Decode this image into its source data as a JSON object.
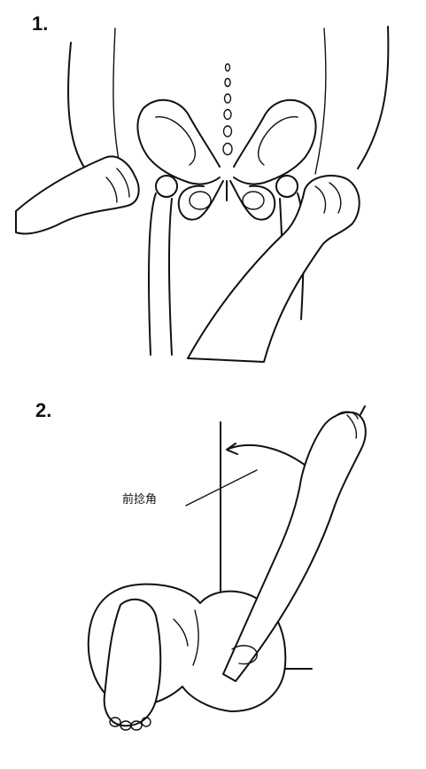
{
  "figures": [
    {
      "number": "1."
    },
    {
      "number": "2.",
      "callout": "前捻角"
    }
  ]
}
